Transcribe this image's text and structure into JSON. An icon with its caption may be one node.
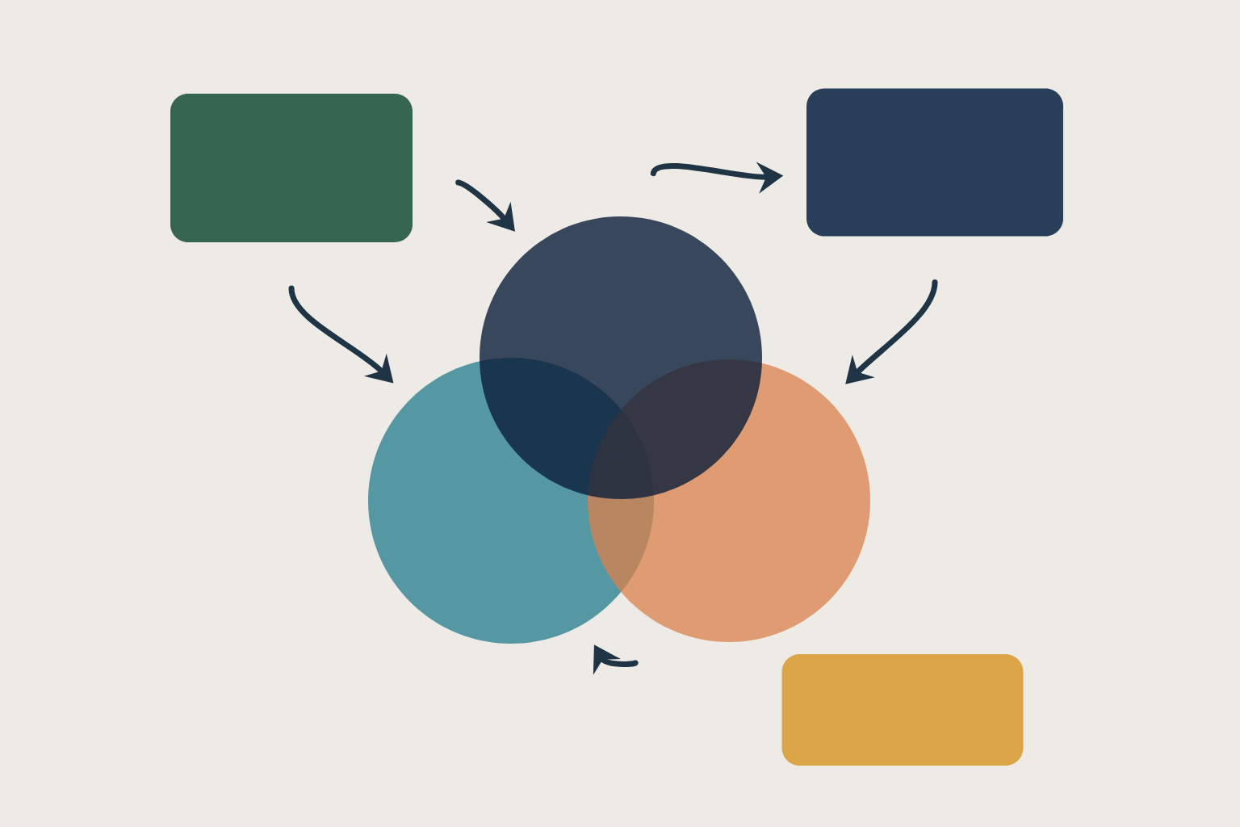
{
  "diagram": {
    "nodes": [
      {
        "text": [],
        "shape": "box"
      },
      {
        "text": [],
        "shape": "box"
      },
      {
        "text": [],
        "shape": "circle"
      },
      {
        "text": [],
        "shape": "circle"
      },
      {
        "text": [],
        "shape": "circle"
      },
      {
        "text": [],
        "shape": "box"
      }
    ],
    "edges": [
      {
        "from": 0,
        "to": 2,
        "arrow": "to"
      },
      {
        "from": 0,
        "to": 3,
        "arrow": "to"
      },
      {
        "from": 2,
        "to": 1,
        "arrow": "to"
      },
      {
        "from": 1,
        "to": 4,
        "arrow": "to"
      },
      {
        "from": 4,
        "to": 3,
        "arrow": "to"
      }
    ]
  }
}
